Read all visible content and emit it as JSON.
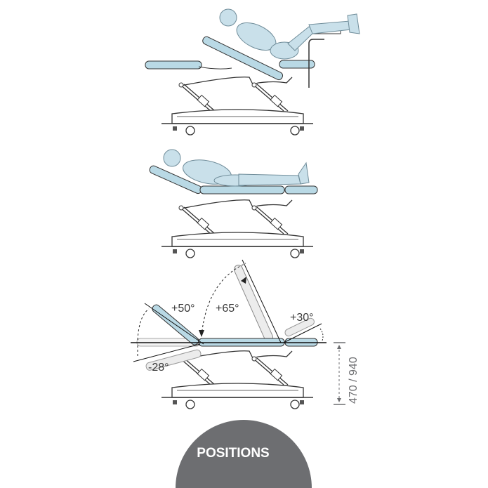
{
  "title": "POSITIONS",
  "angles": {
    "head_up": "+50°",
    "back_up": "+65°",
    "foot_up": "+30°",
    "head_down": "-28°"
  },
  "height_range": "470 / 940",
  "colors": {
    "pad": "#b9d9e5",
    "pad_ghost": "#ececec",
    "patient": "#c9e0ea",
    "line": "#333333",
    "badge": "#6d6e71"
  }
}
